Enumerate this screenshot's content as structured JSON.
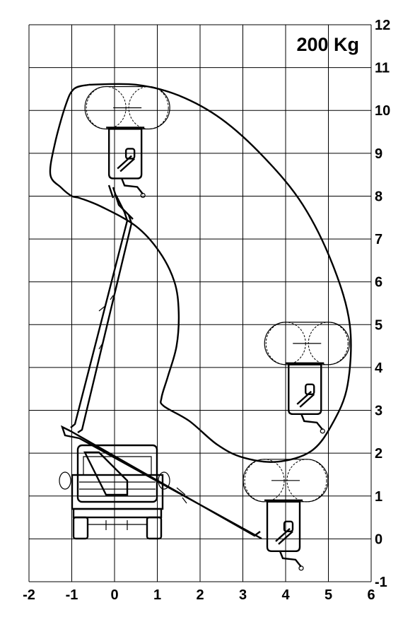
{
  "load_label": "200 Kg",
  "chart_data": {
    "type": "working-range-diagram",
    "x_ticks": [
      "-2",
      "-1",
      "0",
      "1",
      "2",
      "3",
      "4",
      "5",
      "6"
    ],
    "y_ticks": [
      "12",
      "11",
      "10",
      "9",
      "8",
      "7",
      "6",
      "5",
      "4",
      "3",
      "2",
      "1",
      "0",
      "-1"
    ],
    "xlim": [
      -2,
      6
    ],
    "ylim": [
      -1,
      12
    ],
    "grid": true,
    "outline_points": [
      [
        -0.6,
        10.6
      ],
      [
        0.5,
        10.6
      ],
      [
        1.5,
        10.35
      ],
      [
        2.5,
        9.8
      ],
      [
        3.5,
        8.9
      ],
      [
        4.4,
        7.8
      ],
      [
        5.1,
        6.4
      ],
      [
        5.5,
        5.0
      ],
      [
        5.45,
        3.6
      ],
      [
        5.1,
        2.7
      ],
      [
        4.6,
        2.05
      ],
      [
        3.8,
        1.8
      ],
      [
        3.0,
        1.9
      ],
      [
        2.4,
        2.2
      ],
      [
        1.75,
        2.75
      ],
      [
        1.15,
        3.1
      ],
      [
        1.1,
        3.3
      ],
      [
        1.25,
        3.8
      ],
      [
        1.45,
        4.5
      ],
      [
        1.5,
        5.3
      ],
      [
        1.4,
        6.0
      ],
      [
        1.05,
        6.7
      ],
      [
        0.5,
        7.3
      ],
      [
        -0.3,
        7.75
      ],
      [
        -0.8,
        7.95
      ],
      [
        -1.0,
        8.0
      ],
      [
        -1.25,
        8.2
      ],
      [
        -1.5,
        8.5
      ],
      [
        -1.4,
        9.2
      ],
      [
        -1.15,
        10.1
      ],
      [
        -0.95,
        10.5
      ],
      [
        -0.6,
        10.6
      ]
    ],
    "platform_positions": [
      {
        "x": 0.3,
        "y": 9.6
      },
      {
        "x": 4.5,
        "y": 4.1
      },
      {
        "x": 4.0,
        "y": 0.9
      }
    ]
  }
}
